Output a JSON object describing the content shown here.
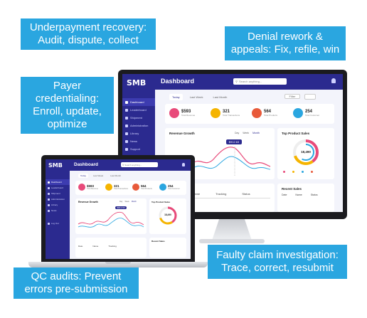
{
  "callouts": {
    "underpayment": [
      "Underpayment recovery:",
      "Audit, dispute, collect"
    ],
    "denial": [
      "Denial rework &",
      "appeals: Fix, refile, win"
    ],
    "credentialing": [
      "Payer",
      "credentialing:",
      "Enroll, update,",
      "optimize"
    ],
    "faulty": [
      "Faulty claim investigation:",
      "Trace, correct, resubmit"
    ],
    "qc": [
      "QC audits: Prevent",
      "errors pre-submission"
    ]
  },
  "dashboard": {
    "logo": "SMB",
    "title": "Dashboard",
    "search_placeholder": "Search anything...",
    "nav": [
      "Dashboard",
      "Leaderboard",
      "Shipment",
      "Administration",
      "Library",
      "News",
      "Support"
    ],
    "nav_small": [
      "Dashboard",
      "Leaderboard",
      "Shipment",
      "Administration",
      "Library",
      "News",
      "Log Out"
    ],
    "tabs": [
      "Today",
      "Last Week",
      "Last Month"
    ],
    "filter": "Filter",
    "stats": [
      {
        "value": "$593",
        "label": "Total Revenue",
        "color": "#e84a7a"
      },
      {
        "value": "321",
        "label": "Total Transactions",
        "color": "#f5b400"
      },
      {
        "value": "564",
        "label": "Total Products",
        "color": "#e85a3a"
      },
      {
        "value": "254",
        "label": "Total Customer",
        "color": "#2aa6e0"
      }
    ],
    "revenue_title": "Revenue Growth",
    "periods": [
      "Day",
      "Week",
      "Month"
    ],
    "tooltip": "$912.63",
    "top_products": "Top Product Sales",
    "donut_value": "18,490",
    "recent_sales": "Recent Sales",
    "table_headers": [
      "Date",
      "Name",
      "Tracking",
      "Status"
    ],
    "table_headers_small": [
      "Date",
      "Name",
      "Tracking"
    ],
    "recent_cols": [
      "Date",
      "Name",
      "Status"
    ],
    "legend_colors": [
      "#e84a7a",
      "#f5b400",
      "#2aa6e0",
      "#e85a3a"
    ]
  }
}
